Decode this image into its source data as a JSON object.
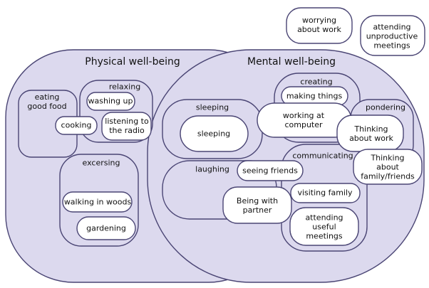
{
  "colors": {
    "fill": "#dcd9ee",
    "stroke": "#4a4574",
    "inner_fill": "#ffffff"
  },
  "top_items": {
    "worrying_about_work": "worrying\nabout work",
    "attending_unproductive_meetings": "attending\nunproductive\nmeetings"
  },
  "physical": {
    "title": "Physical well-being",
    "eating": {
      "label": "eating\ngood food",
      "cooking": "cooking"
    },
    "relaxing": {
      "label": "relaxing",
      "washing_up": "washing up",
      "listening_to_radio": "listening to\nthe radio"
    },
    "excercising": {
      "label": "excersing",
      "walking_in_woods": "walking in woods",
      "gardening": "gardening"
    }
  },
  "mental": {
    "title": "Mental well-being",
    "creating": {
      "label": "creating",
      "making_things": "making things",
      "working_at_computer": "working at\ncomputer"
    },
    "pondering": {
      "label": "pondering",
      "thinking_about_work": "Thinking\nabout work",
      "thinking_about_family": "Thinking about\nfamily/friends"
    },
    "communicating": {
      "label": "communicating",
      "visiting_family": "visiting family",
      "attending_useful_meetings": "attending\nuseful\nmeetings"
    }
  },
  "shared": {
    "sleeping": {
      "label": "sleeping",
      "item": "sleeping"
    },
    "laughing": {
      "label": "laughing",
      "seeing_friends": "seeing friends",
      "being_with_partner": "Being with\npartner"
    }
  }
}
